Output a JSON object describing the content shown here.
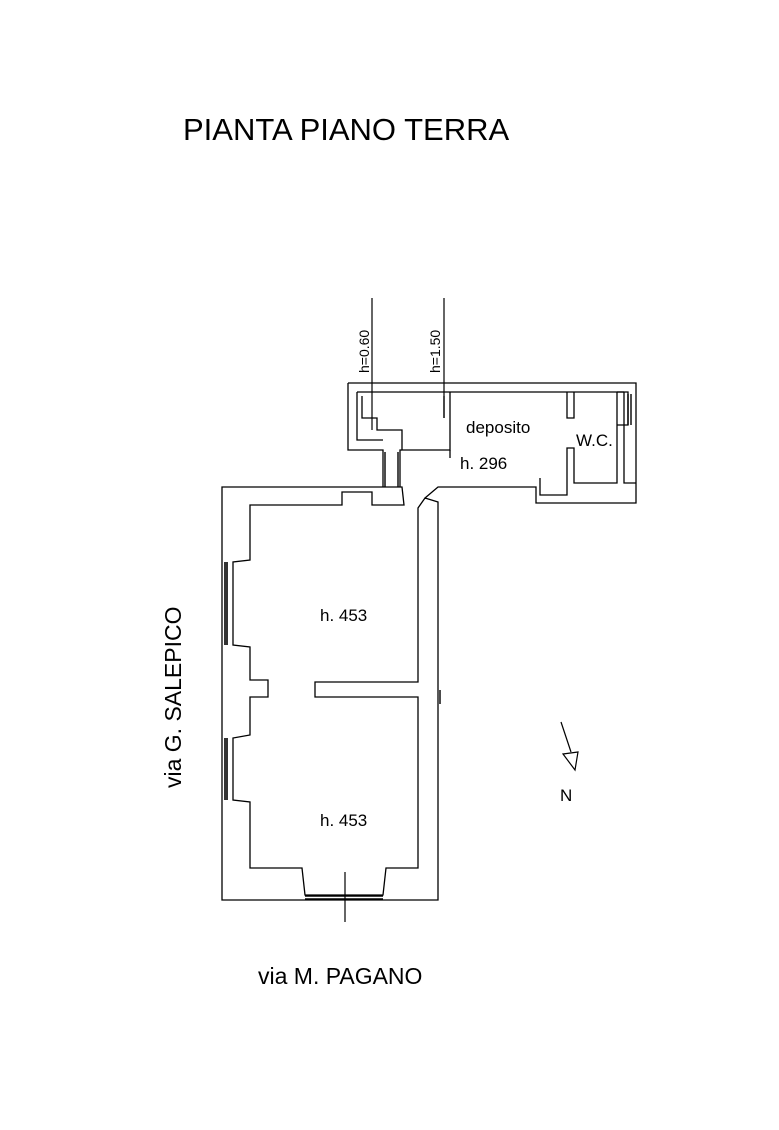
{
  "title": "PIANTA PIANO TERRA",
  "rooms": {
    "deposito": "deposito",
    "deposito_height": "h. 296",
    "wc": "W.C.",
    "room_upper_height": "h. 453",
    "room_lower_height": "h. 453"
  },
  "section_marks": {
    "left": "h=0.60",
    "right": "h=1.50"
  },
  "streets": {
    "west": "via G. SALEPICO",
    "south": "via M. PAGANO"
  },
  "north_label": "N",
  "colors": {
    "line": "#000000",
    "background": "#ffffff"
  }
}
